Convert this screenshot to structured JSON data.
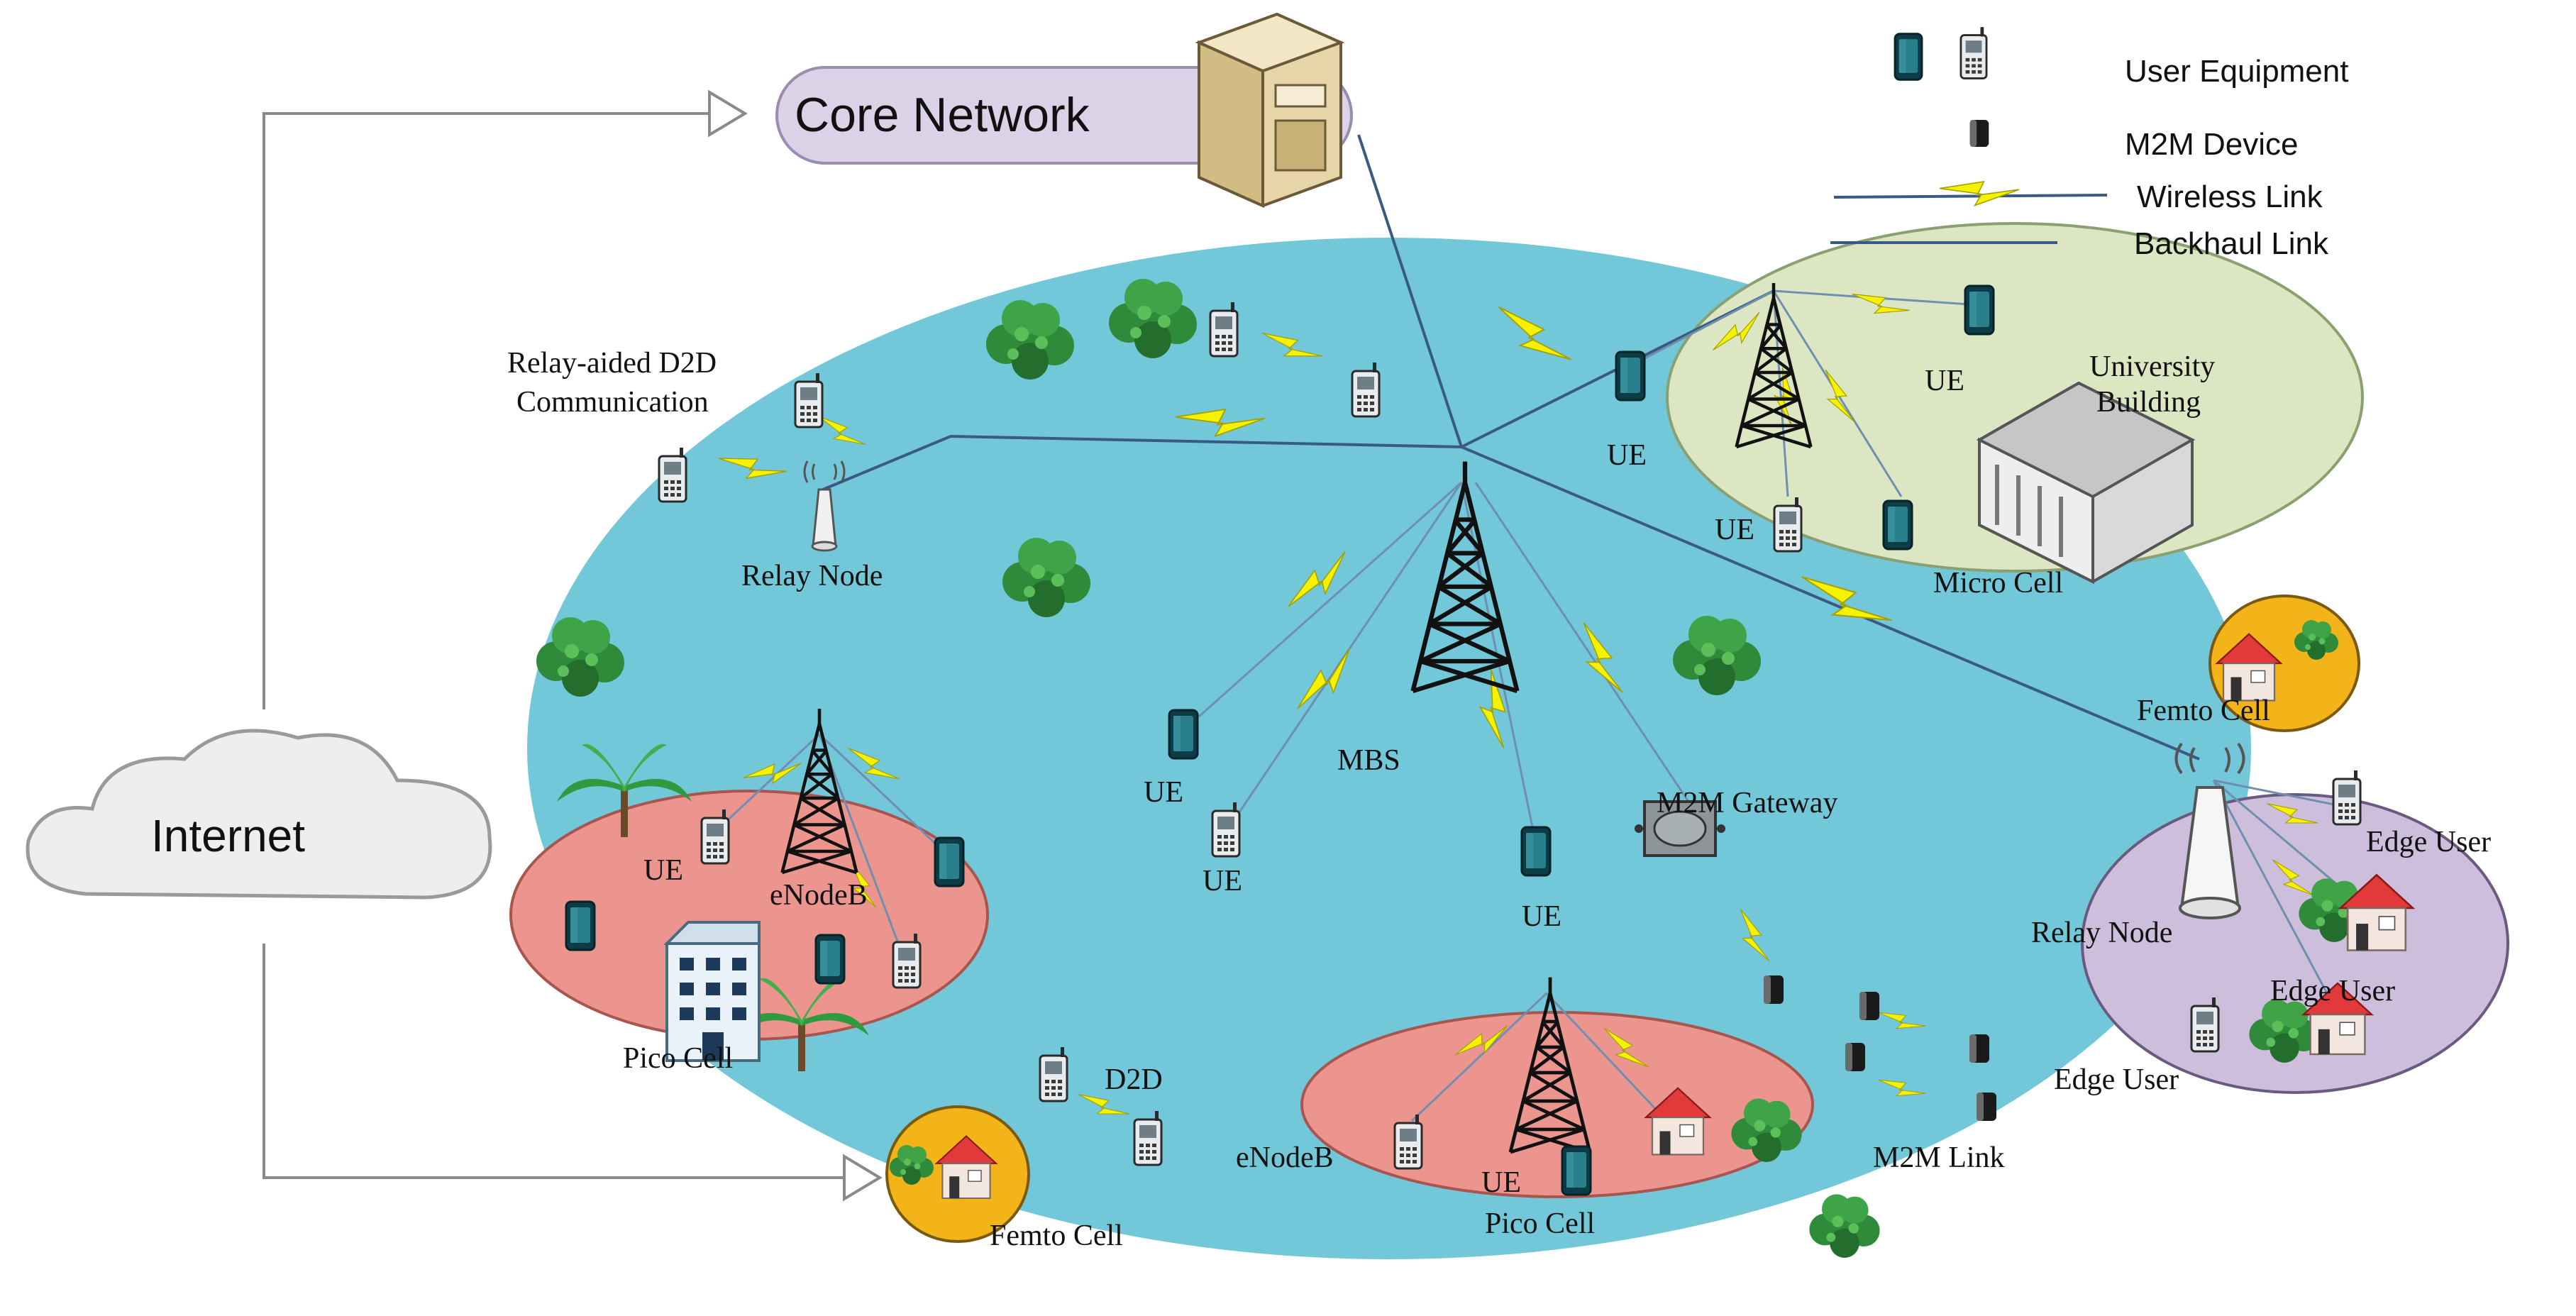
{
  "labels": {
    "core_network": "Core Network",
    "internet": "Internet",
    "mbs": "MBS",
    "relay_aided_d2d_line1": "Relay-aided D2D",
    "relay_aided_d2d_line2": "Communication",
    "relay_node_left": "Relay Node",
    "relay_node_right": "Relay Node",
    "ue": "UE",
    "enodeb": "eNodeB",
    "pico_cell": "Pico Cell",
    "femto_cell": "Femto Cell",
    "micro_cell": "Micro Cell",
    "university_line1": "University",
    "university_line2": "Building",
    "m2m_gateway": "M2M Gateway",
    "m2m_link": "M2M Link",
    "d2d": "D2D",
    "edge_user": "Edge User"
  },
  "legend": {
    "user_equipment": "User Equipment",
    "m2m_device": "M2M Device",
    "wireless_link": "Wireless Link",
    "backhaul_link": "Backhaul Link"
  },
  "colors": {
    "macro_cell": "#72c8d8",
    "micro_cell": "#dde6c2",
    "pico_cell": "#ec958f",
    "femto_cell": "#f3b41a",
    "relay_cell": "#cdbedc",
    "core_network_pill": "#dcd2e8",
    "wireless_bolt": "#f4f200",
    "backhaul_line": "#3a5a86",
    "tree": "#2f8a3a",
    "house_roof": "#e23a3a"
  },
  "icons": {
    "user_equipment": "smartphone-icon",
    "m2m_device": "m2m-device-icon",
    "base_station": "tower-icon",
    "server": "server-icon",
    "cloud": "cloud-icon",
    "gateway": "gateway-icon",
    "building": "building-icon",
    "house": "house-icon",
    "tree": "tree-icon"
  }
}
